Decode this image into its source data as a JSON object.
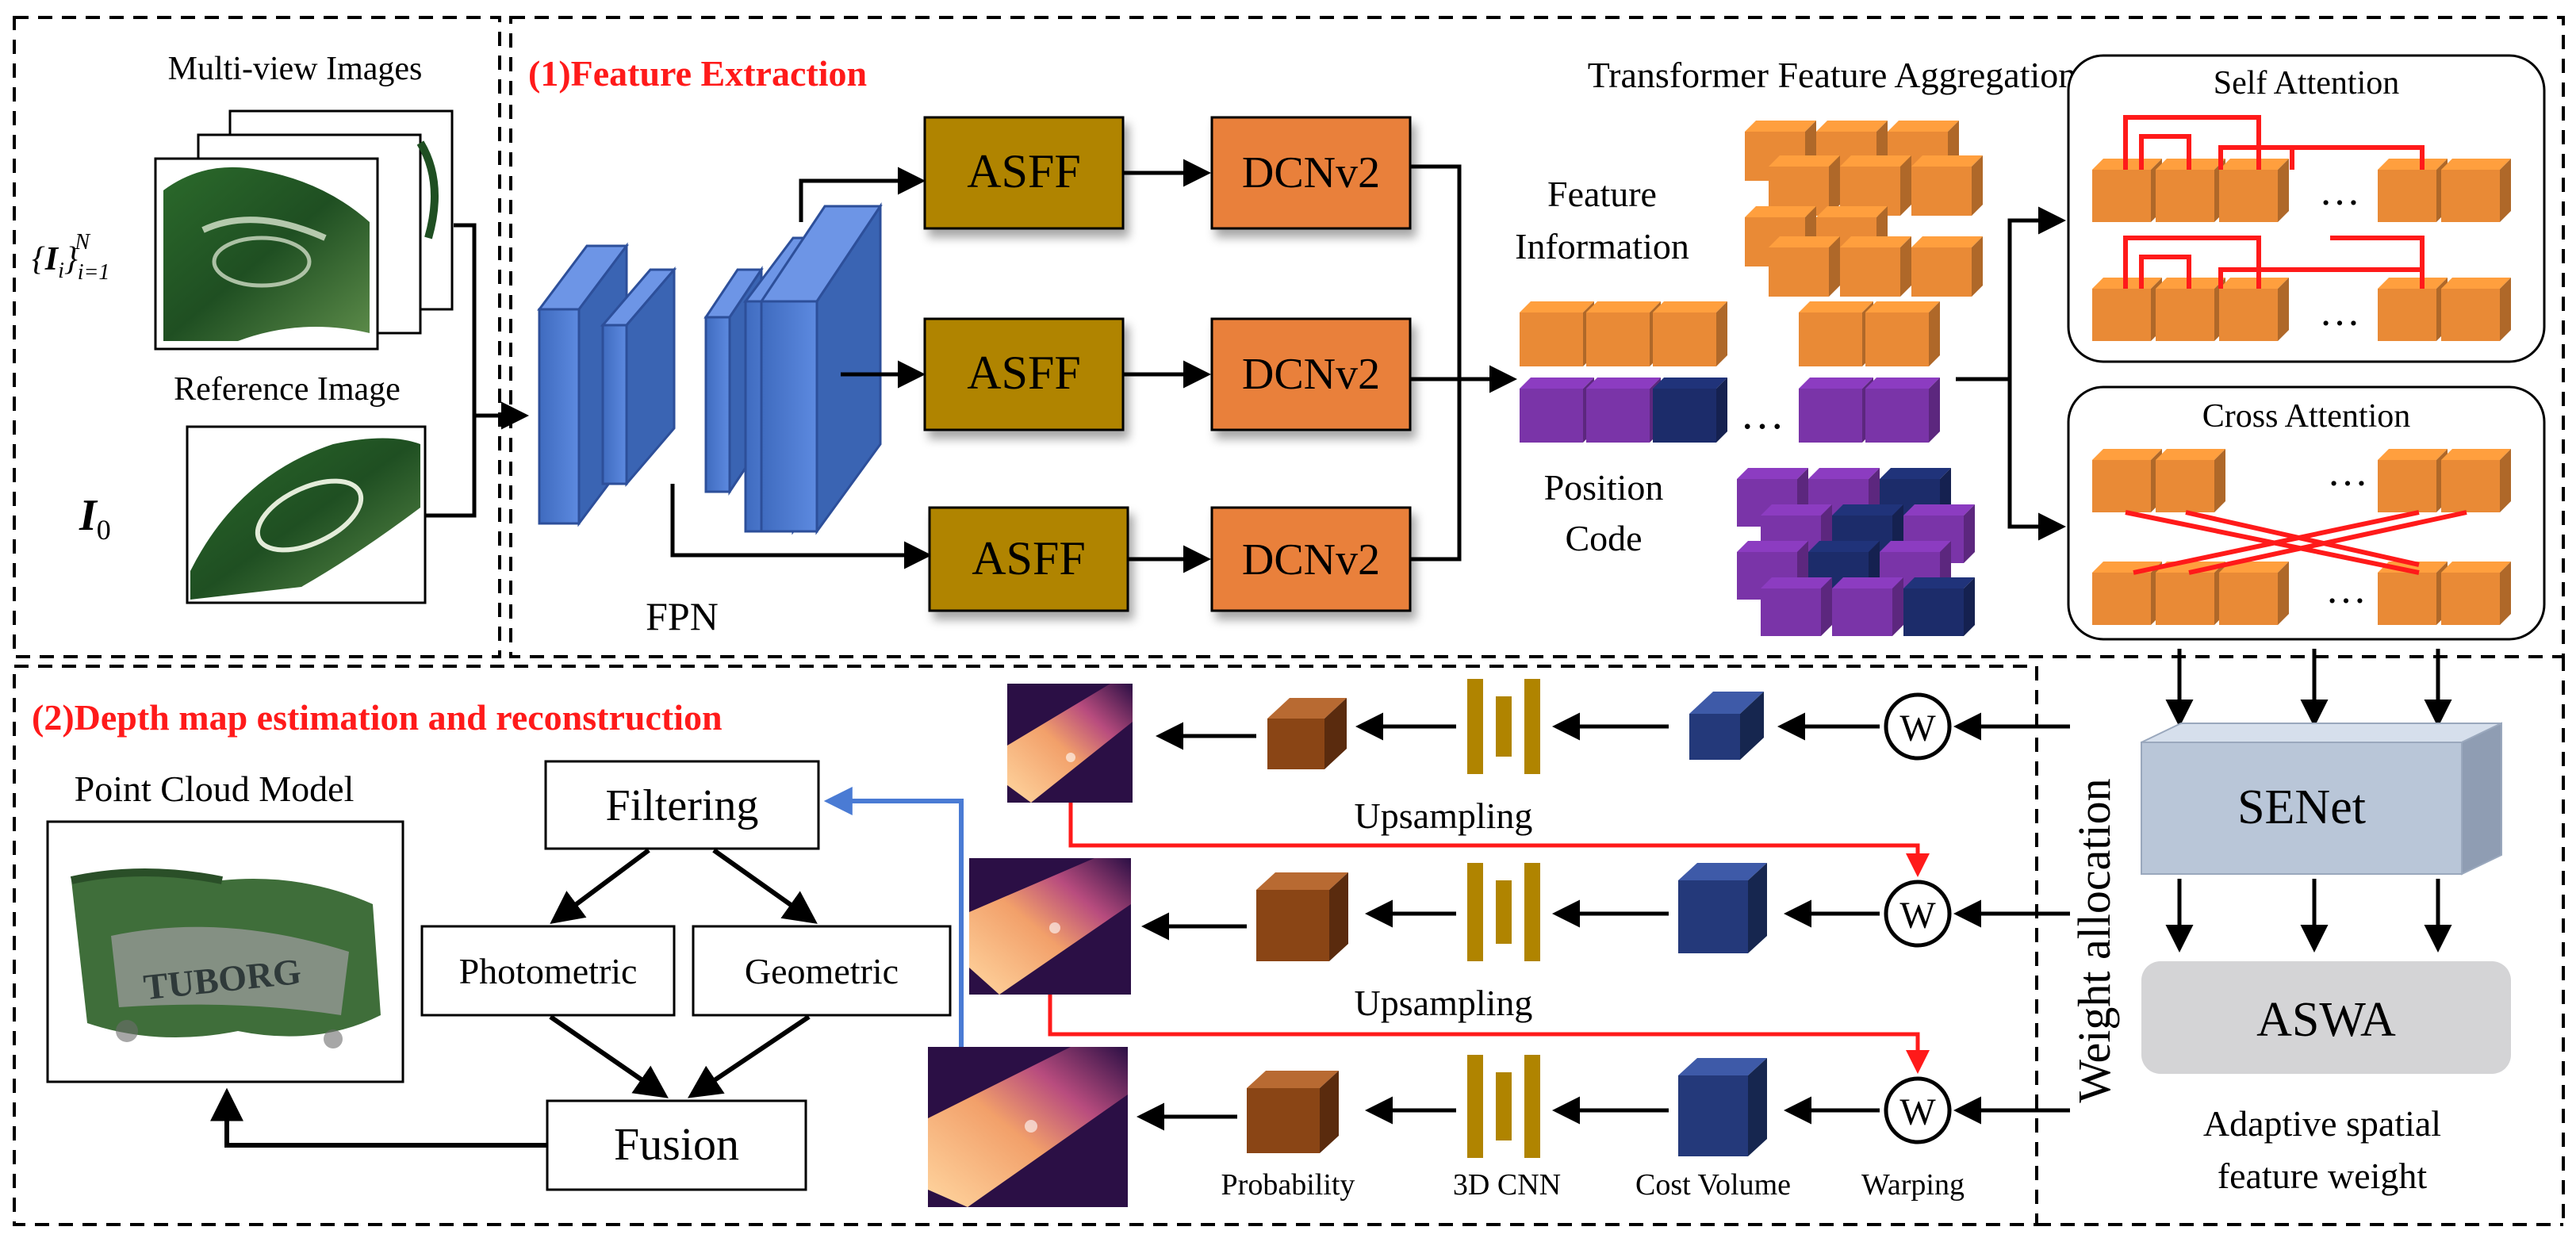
{
  "colors": {
    "asff": "#b08400",
    "dcn": "#e9803a",
    "cube_orange": "#e98a36",
    "cube_purple": "#7a34a8",
    "cube_navy": "#1c2c6a",
    "fpn": "#4a78cc",
    "senet": "#b9c6d8",
    "aswa": "#d4d4d6",
    "red": "#ff1a1a",
    "blue_arrow": "#4a7bd4",
    "title_red": "#ff1a1a"
  },
  "inputs": {
    "multiview_label": "Multi-view Images",
    "multiview_set": "{I_i}_{i=1}^N",
    "reference_label": "Reference Image",
    "reference_symbol": "I_0"
  },
  "feature_extraction": {
    "title": "(1)Feature Extraction",
    "fpn_label": "FPN",
    "asff_labels": [
      "ASFF",
      "ASFF",
      "ASFF"
    ],
    "dcn_labels": [
      "DCNv2",
      "DCNv2",
      "DCNv2"
    ]
  },
  "transformer": {
    "title": "Transformer Feature Aggregation",
    "feature_info": [
      "Feature",
      "Information"
    ],
    "position_code": [
      "Position",
      "Code"
    ],
    "ellipsis": "…"
  },
  "attention": {
    "self_title": "Self Attention",
    "cross_title": "Cross Attention",
    "ellipsis": "…"
  },
  "weighting": {
    "weight_allocation": "Weight allocation",
    "senet": "SENet",
    "aswa": "ASWA",
    "adaptive": [
      "Adaptive spatial",
      "feature weight"
    ]
  },
  "depth": {
    "title": "(2)Depth map estimation and reconstruction",
    "point_cloud_label": "Point Cloud Model",
    "point_cloud_text": "TUBORG",
    "filtering": "Filtering",
    "photometric": "Photometric",
    "geometric": "Geometric",
    "fusion": "Fusion",
    "upsampling": [
      "Upsampling",
      "Upsampling"
    ],
    "warp_symbol": "W",
    "stage_labels": {
      "probability": "Probability",
      "cnn": "3D CNN",
      "cost_volume": "Cost Volume",
      "warping": "Warping"
    }
  }
}
